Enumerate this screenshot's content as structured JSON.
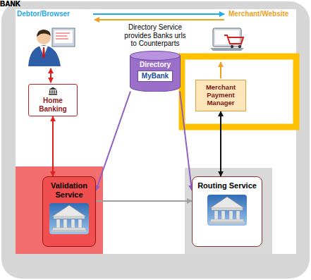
{
  "diagram": {
    "nodes": [
      {
        "text": [
          "Home Banking"
        ]
      },
      {
        "text": [
          "Directory Service provides Banks urls to Counterparts",
          "Directory",
          "MyBank"
        ]
      },
      {
        "text": [
          "Merchant Payment Manager"
        ]
      },
      {
        "text": [
          "Validation Service"
        ]
      },
      {
        "text": [
          "Routing Service"
        ]
      }
    ],
    "edges": [
      {
        "from": 0,
        "to": 3,
        "arrow": "both"
      },
      {
        "from": 1,
        "to": 3,
        "arrow": "to"
      },
      {
        "from": 1,
        "to": 4,
        "arrow": "to"
      },
      {
        "from": 3,
        "to": 4,
        "arrow": "to"
      },
      {
        "from": 2,
        "to": 4,
        "arrow": "both"
      }
    ],
    "labels": [
      "Debtor/Browser",
      "Merchant/Website",
      "BANK",
      "BANK"
    ]
  }
}
